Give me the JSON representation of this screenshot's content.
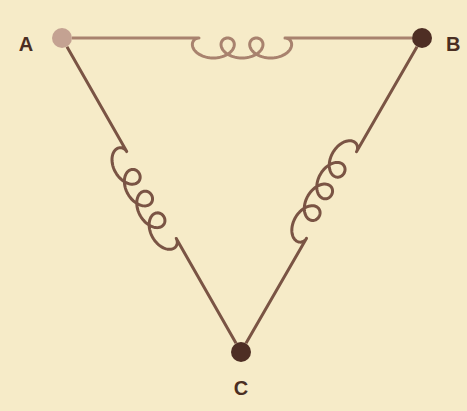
{
  "diagram": {
    "nodes": [
      {
        "text": [
          "A"
        ]
      },
      {
        "text": [
          "B"
        ]
      },
      {
        "text": [
          "C"
        ]
      }
    ],
    "edges": [
      {
        "from": 0,
        "to": 1,
        "arrow": "none"
      },
      {
        "from": 0,
        "to": 2,
        "arrow": "none"
      },
      {
        "from": 1,
        "to": 2,
        "arrow": "none"
      }
    ]
  }
}
